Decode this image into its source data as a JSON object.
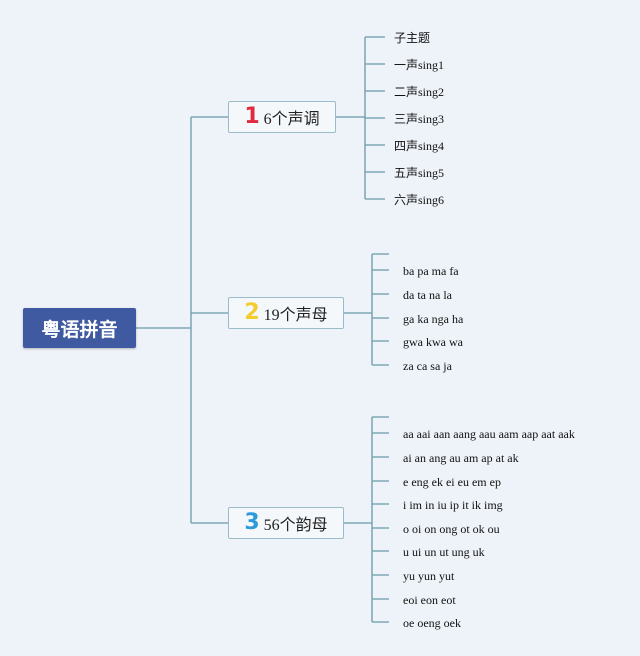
{
  "root": {
    "label": "粤语拼音"
  },
  "branches": [
    {
      "badge": "1",
      "badge_color": "#e02a3e",
      "label": "6个声调",
      "leaves": [
        "子主题",
        "一声sing1",
        "二声sing2",
        "三声sing3",
        "四声sing4",
        "五声sing5",
        "六声sing6"
      ]
    },
    {
      "badge": "2",
      "badge_color": "#f4cc2e",
      "label": "19个声母",
      "leaves": [
        "ba pa ma fa",
        "da ta na la",
        "ga ka nga ha",
        "gwa kwa wa",
        "za ca sa ja"
      ]
    },
    {
      "badge": "3",
      "badge_color": "#2f9ad9",
      "label": "56个韵母",
      "leaves": [
        "aa aai aan aang aau aam aap aat aak",
        "ai an ang au am ap at ak",
        "e eng ek ei eu em ep",
        "i im in iu ip it ik img",
        "o oi on ong ot ok ou",
        "u ui un ut ung uk",
        "yu yun yut",
        "eoi eon eot",
        "oe oeng oek"
      ]
    }
  ],
  "colors": {
    "line": "#6a9aa8",
    "background": "#eef3f9",
    "root_fill": "#3f5aa0"
  }
}
